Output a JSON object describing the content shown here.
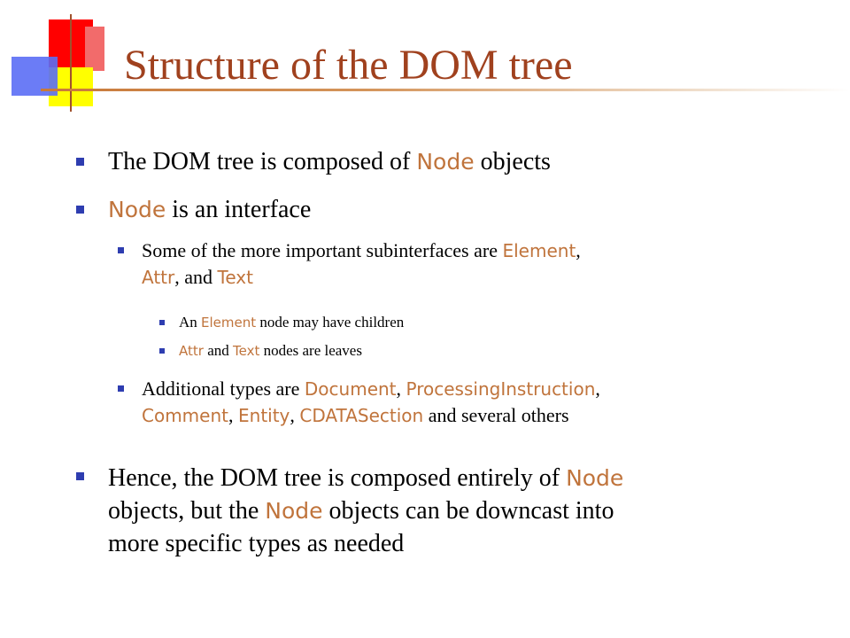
{
  "slide": {
    "title": "Structure of the DOM tree",
    "colors": {
      "title": "#a0411e",
      "code": "#c0743c",
      "bullet": "#2e3db0"
    },
    "b1": {
      "t1": "The DOM tree is composed of ",
      "c1": "Node",
      "t2": " objects"
    },
    "b2": {
      "c1": "Node",
      "t1": " is an interface"
    },
    "b2a": {
      "t1": "Some of the more important subinterfaces are ",
      "c1": "Element",
      "t2": ",",
      "c2": "Attr",
      "t3": ", and ",
      "c3": "Text"
    },
    "b2a1": {
      "t1": "An ",
      "c1": "Element",
      "t2": " node may have children"
    },
    "b2a2": {
      "c1": "Attr",
      "t1": " and ",
      "c2": "Text",
      "t2": " nodes are leaves"
    },
    "b2b": {
      "t1": "Additional types are ",
      "c1": "Document",
      "t2": ", ",
      "c2": "ProcessingInstruction",
      "t3": ",",
      "c3": "Comment",
      "t4": ", ",
      "c4": "Entity",
      "t5": ", ",
      "c5": "CDATASection",
      "t6": " and several others"
    },
    "b3": {
      "t1": "Hence, the DOM tree is composed entirely of ",
      "c1": "Node",
      "t2": "objects, but the ",
      "c2": "Node",
      "t3": " objects can be downcast into",
      "t4": "more specific types as needed"
    }
  }
}
